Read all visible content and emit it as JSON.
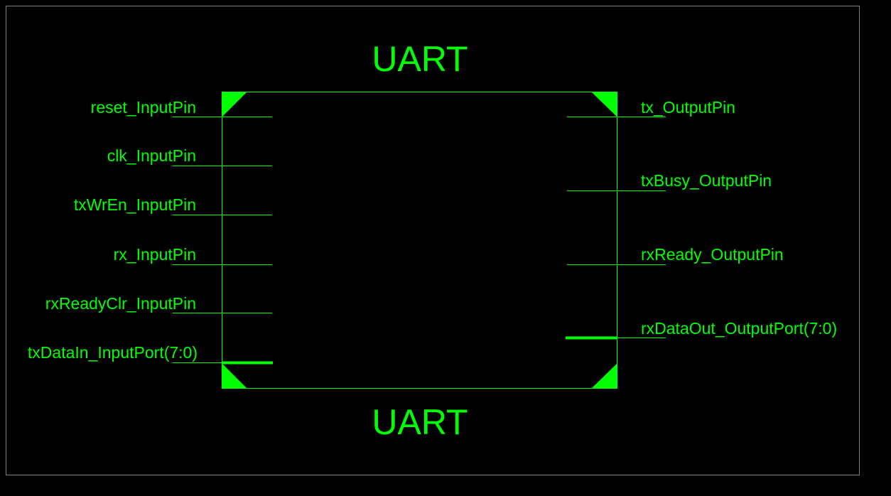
{
  "schematic": {
    "title_top": "UART",
    "title_bottom": "UART",
    "colors": {
      "background": "#000000",
      "symbol": "#00ff00",
      "frame": "#808080"
    },
    "inputs": [
      "reset_InputPin",
      "clk_InputPin",
      "txWrEn_InputPin",
      "rx_InputPin",
      "rxReadyClr_InputPin",
      "txDataIn_InputPort(7:0)"
    ],
    "outputs": [
      "tx_OutputPin",
      "txBusy_OutputPin",
      "rxReady_OutputPin",
      "rxDataOut_OutputPort(7:0)"
    ]
  }
}
